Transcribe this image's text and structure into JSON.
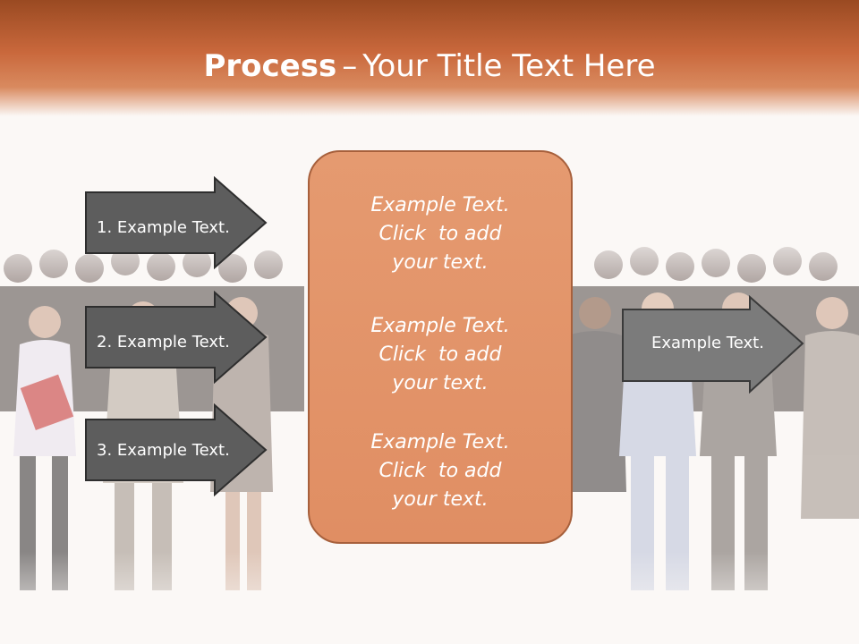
{
  "header": {
    "title_bold": "Process",
    "title_sep": "–",
    "title_rest": "Your Title Text Here"
  },
  "left_arrows": [
    {
      "label": "1. Example Text."
    },
    {
      "label": "2. Example Text."
    },
    {
      "label": "3. Example Text."
    }
  ],
  "center_box": {
    "blocks": [
      {
        "line1": "Example Text.",
        "line2": "Click  to add",
        "line3": "your text."
      },
      {
        "line1": "Example Text.",
        "line2": "Click  to add",
        "line3": "your text."
      },
      {
        "line1": "Example Text.",
        "line2": "Click  to add",
        "line3": "your text."
      }
    ]
  },
  "right_arrow": {
    "label": "Example Text."
  },
  "colors": {
    "header_dark": "#9a4a22",
    "header_mid": "#c9683c",
    "arrow_dark": "#5d5d5d",
    "arrow_light": "#7b7b7b",
    "box_fill": "#e59a70",
    "box_border": "#a7603c"
  }
}
